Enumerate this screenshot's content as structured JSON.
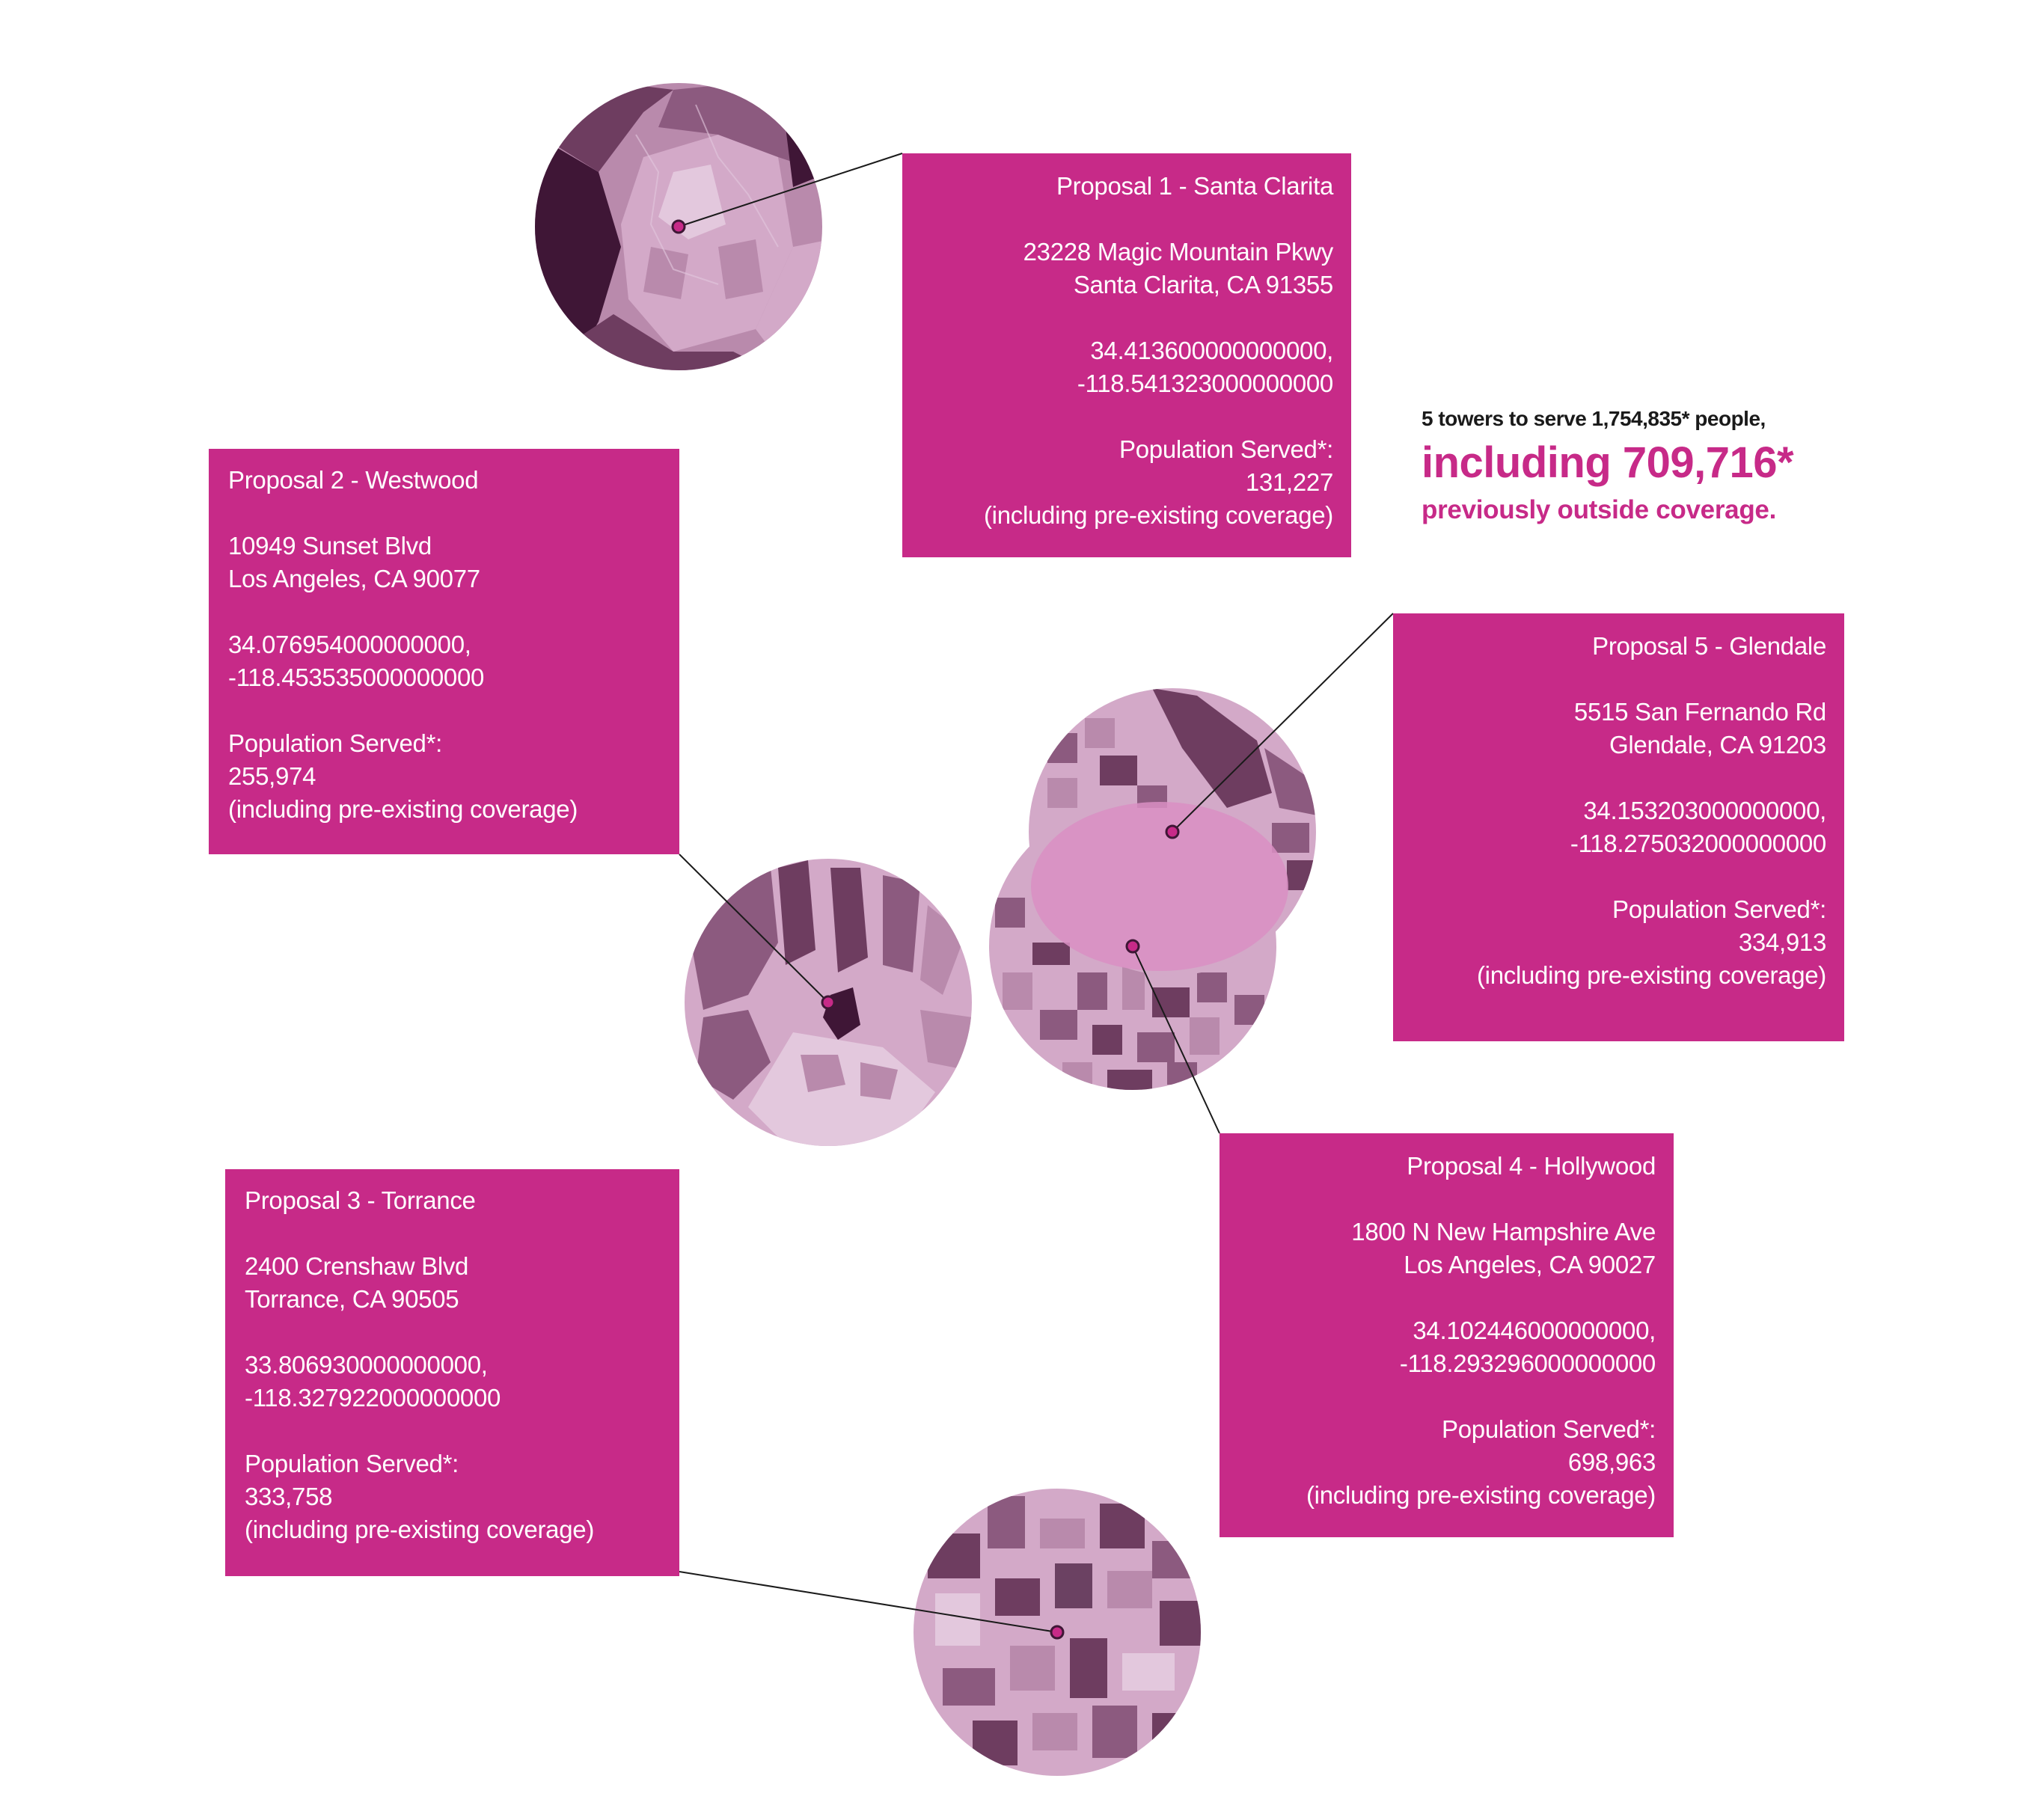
{
  "proposals": [
    {
      "title": "Proposal 1 - Santa Clarita",
      "address_line1": "23228 Magic Mountain Pkwy",
      "address_line2": "Santa Clarita, CA 91355",
      "lat": "34.413600000000000,",
      "lon": "-118.541323000000000",
      "population_label": "Population Served*:",
      "population": "131,227",
      "note": "(including pre-existing coverage)"
    },
    {
      "title": "Proposal 2 - Westwood",
      "address_line1": "10949 Sunset Blvd",
      "address_line2": "Los Angeles, CA 90077",
      "lat": "34.076954000000000,",
      "lon": "-118.453535000000000",
      "population_label": "Population Served*:",
      "population": "255,974",
      "note": "(including pre-existing coverage)"
    },
    {
      "title": "Proposal 3 - Torrance",
      "address_line1": "2400 Crenshaw Blvd",
      "address_line2": "Torrance, CA 90505",
      "lat": "33.806930000000000,",
      "lon": "-118.327922000000000",
      "population_label": "Population Served*:",
      "population": "333,758",
      "note": "(including pre-existing coverage)"
    },
    {
      "title": "Proposal 4 - Hollywood",
      "address_line1": "1800 N New Hampshire Ave",
      "address_line2": "Los Angeles, CA 90027",
      "lat": "34.102446000000000,",
      "lon": "-118.293296000000000",
      "population_label": "Population Served*:",
      "population": "698,963",
      "note": "(including pre-existing coverage)"
    },
    {
      "title": "Proposal 5 - Glendale",
      "address_line1": "5515 San Fernando Rd",
      "address_line2": "Glendale, CA 91203",
      "lat": "34.153203000000000,",
      "lon": "-118.275032000000000",
      "population_label": "Population Served*:",
      "population": "334,913",
      "note": "(including pre-existing coverage)"
    }
  ],
  "summary": {
    "line1": "5 towers to serve 1,754,835* people,",
    "line2": "including  709,716*",
    "line3": "previously outside coverage."
  },
  "colors": {
    "accent": "#c72a88",
    "highlight_overlay": "#d98fc3",
    "map_lightest": "#e3c8dd",
    "map_light": "#d3a9c8",
    "map_mid": "#b98aac",
    "map_dark": "#8c5a7f",
    "map_darker": "#6e3d60",
    "map_darkest": "#3f1636",
    "leader_line": "#1a1a1a"
  }
}
